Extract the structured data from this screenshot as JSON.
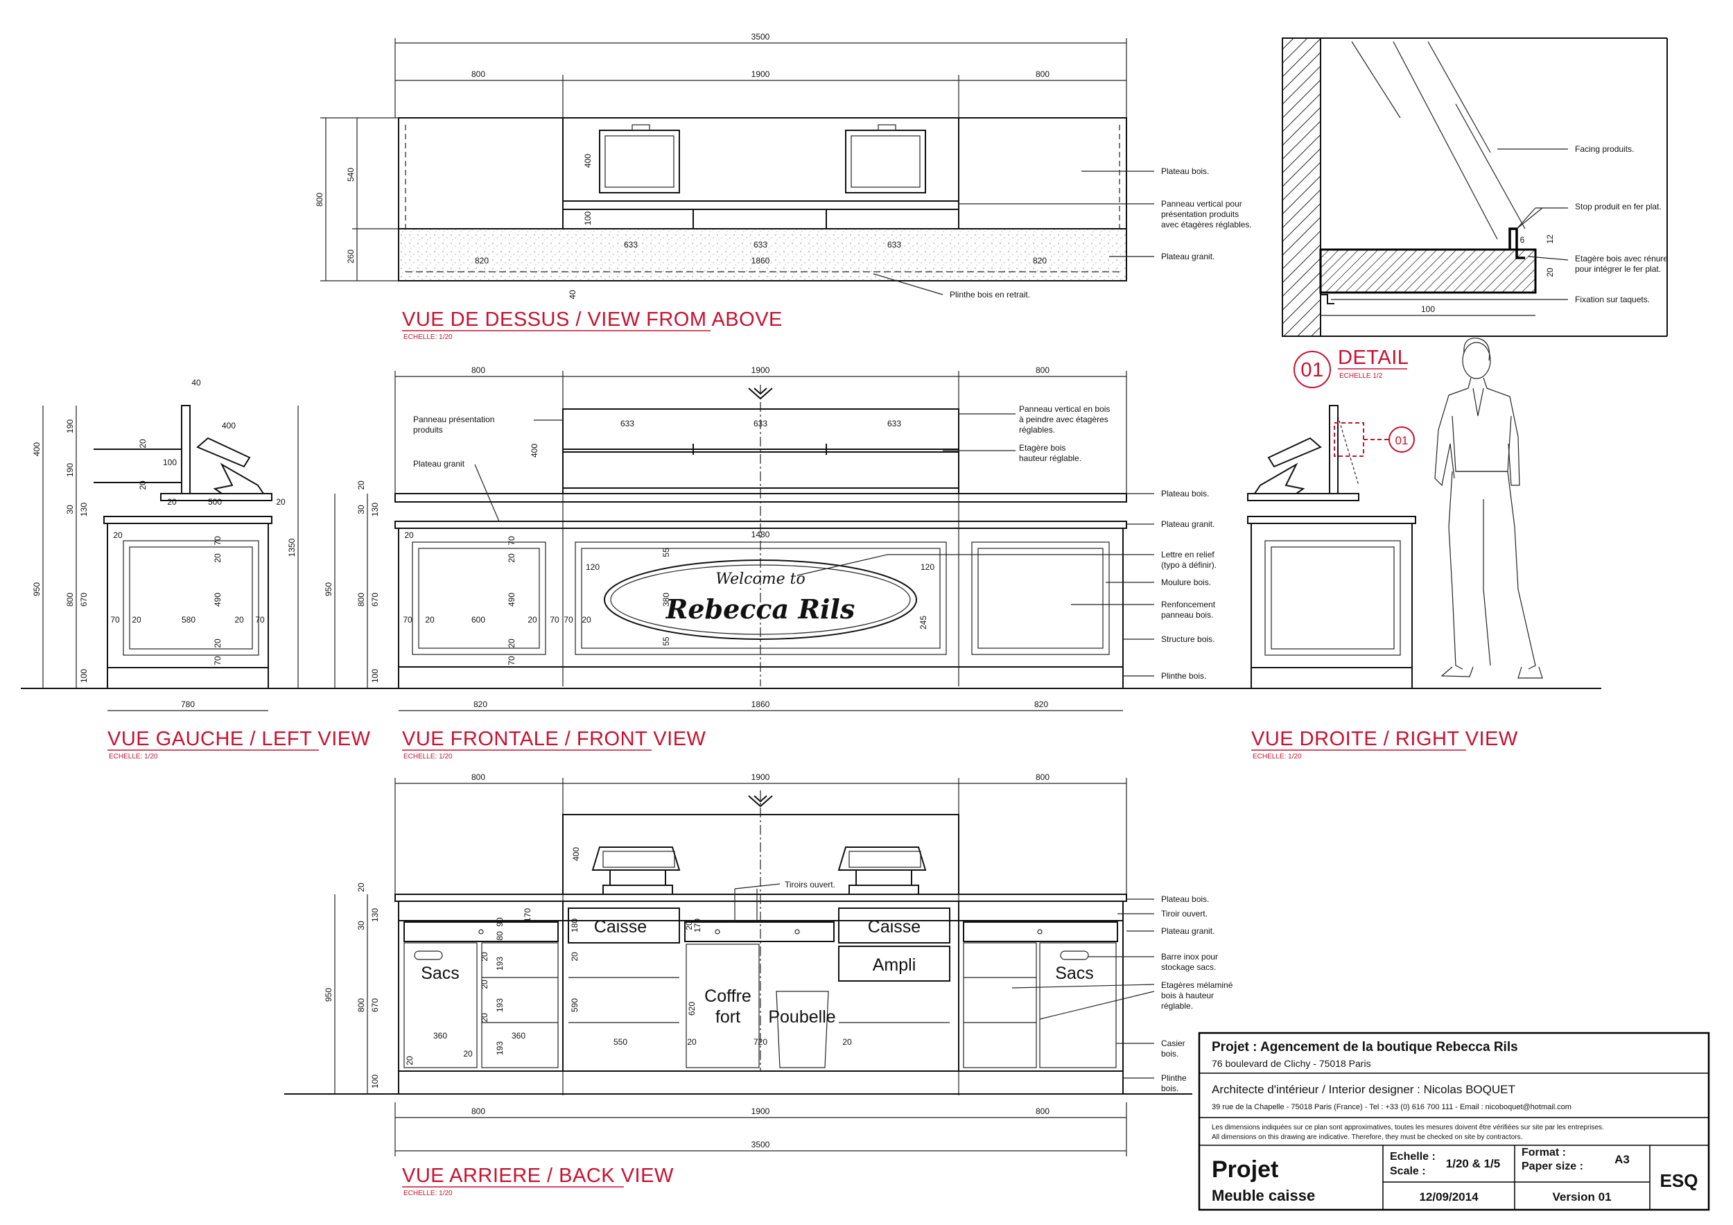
{
  "views": {
    "top": {
      "title": "VUE DE DESSUS / VIEW FROM ABOVE",
      "scale": "ECHELLE: 1/20"
    },
    "detail": {
      "number": "01",
      "title": "DETAIL",
      "scale": "ECHELLE 1/2"
    },
    "left": {
      "title": "VUE GAUCHE / LEFT VIEW",
      "scale": "ECHELLE: 1/20"
    },
    "front": {
      "title": "VUE FRONTALE / FRONT VIEW",
      "scale": "ECHELLE: 1/20"
    },
    "right": {
      "title": "VUE DROITE / RIGHT VIEW",
      "scale": "ECHELLE: 1/20"
    },
    "back": {
      "title": "VUE ARRIERE / BACK VIEW",
      "scale": "ECHELLE: 1/20"
    }
  },
  "sign": {
    "line1": "Welcome to",
    "line2": "Rebecca Rils"
  },
  "callout_ref": "01",
  "notes": {
    "top": [
      "Plateau bois.",
      "Panneau vertical pour",
      "présentation produits",
      "avec étagères réglables.",
      "Plateau granit.",
      "Plinthe bois en retrait."
    ],
    "detail": [
      "Facing produits.",
      "Stop produit en fer plat.",
      "Etagère bois avec rénure",
      "pour intégrer le fer plat.",
      "Fixation sur taquets."
    ],
    "front_left": [
      "Panneau présentation",
      "produits",
      "Plateau granit"
    ],
    "front_right": [
      "Panneau vertical en bois",
      "à peindre avec étagères",
      "réglables.",
      "Etagère bois",
      "hauteur réglable.",
      "Plateau bois.",
      "Plateau granit.",
      "Lettre en relief",
      "(typo à définir).",
      "Moulure bois.",
      "Renfoncement",
      "panneau bois.",
      "Structure bois.",
      "Plinthe bois."
    ],
    "back_right": [
      "Plateau bois.",
      "Tiroir ouvert.",
      "Plateau granit.",
      "Barre inox pour",
      "stockage sacs.",
      "Etagères mélaminé",
      "bois à hauteur",
      "réglable.",
      "Casier",
      "bois.",
      "Plinthe",
      "bois."
    ],
    "back_inner": "Tiroirs ouvert."
  },
  "back_labels": {
    "sacs": "Sacs",
    "caisse": "Caisse",
    "ampli": "Ampli",
    "coffre1": "Coffre",
    "coffre2": "fort",
    "poubelle": "Poubelle"
  },
  "dims": {
    "d3500": "3500",
    "d800": "800",
    "d1900": "1900",
    "d540": "540",
    "d260": "260",
    "d820": "820",
    "d1860": "1860",
    "d633": "633",
    "d400": "400",
    "d100": "100",
    "d40": "40",
    "d30": "30",
    "d6": "6",
    "d12": "12",
    "d20": "20",
    "d190": "190",
    "d500": "500",
    "d130": "130",
    "d950": "950",
    "d670": "670",
    "d70": "70",
    "d580": "580",
    "d490": "490",
    "d1350": "1350",
    "d780": "780",
    "d600": "600",
    "d1480": "1480",
    "d55": "55",
    "d120": "120",
    "d380": "380",
    "d245": "245",
    "d90": "90",
    "d170": "170",
    "d180": "180",
    "d80": "80",
    "d193": "193",
    "d360": "360",
    "d550": "550",
    "d590": "590",
    "d620": "620",
    "d720": "720"
  },
  "title_block": {
    "project_line": "Projet : Agencement de la boutique Rebecca Rils",
    "address": "76 boulevard de Clichy - 75018 Paris",
    "designer": "Architecte d'intérieur / Interior designer : Nicolas BOQUET",
    "designer_contact": "39 rue de la Chapelle - 75018 Paris (France) - Tel : +33 (0) 616 700 111 - Email : nicoboquet@hotmail.com",
    "disclaimer1": "Les dimensions indiquées sur ce plan sont approximatives, toutes les mesures doivent être vérifiées sur site par les entreprises.",
    "disclaimer2": "All dimensions on this drawing are indicative. Therefore, they must be checked on site by contractors.",
    "projet": "Projet",
    "subject": "Meuble caisse",
    "scale_label1": "Echelle :",
    "scale_label2": "Scale :",
    "scale_value": "1/20 & 1/5",
    "format_label1": "Format :",
    "format_label2": "Paper size :",
    "format_value": "A3",
    "date": "12/09/2014",
    "version": "Version 01",
    "code": "ESQ"
  }
}
